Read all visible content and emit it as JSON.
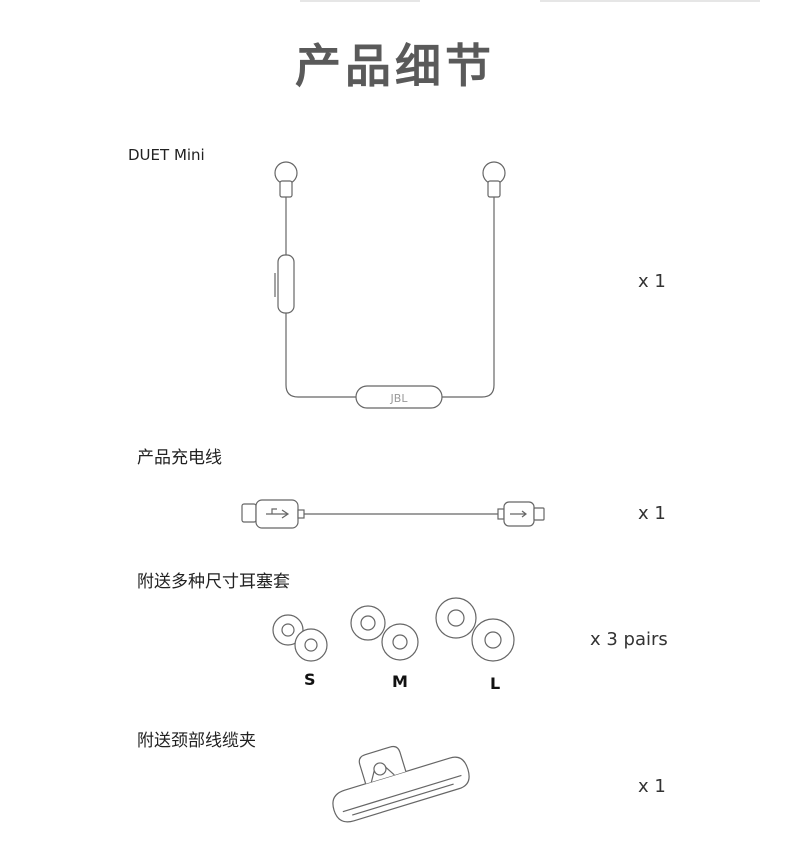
{
  "title": "产品细节",
  "items": [
    {
      "label": "DUET Mini",
      "quantity": "x 1",
      "icon": "earphones-illustration",
      "remote_logo": "JBL"
    },
    {
      "label": "产品充电线",
      "quantity": "x 1",
      "icon": "usb-charging-cable-illustration"
    },
    {
      "label": "附送多种尺寸耳塞套",
      "quantity": "x 3 pairs",
      "icon": "ear-tips-illustration",
      "sizes": [
        "S",
        "M",
        "L"
      ]
    },
    {
      "label": "附送颈部线缆夹",
      "quantity": "x 1",
      "icon": "neck-cable-clip-illustration"
    }
  ]
}
